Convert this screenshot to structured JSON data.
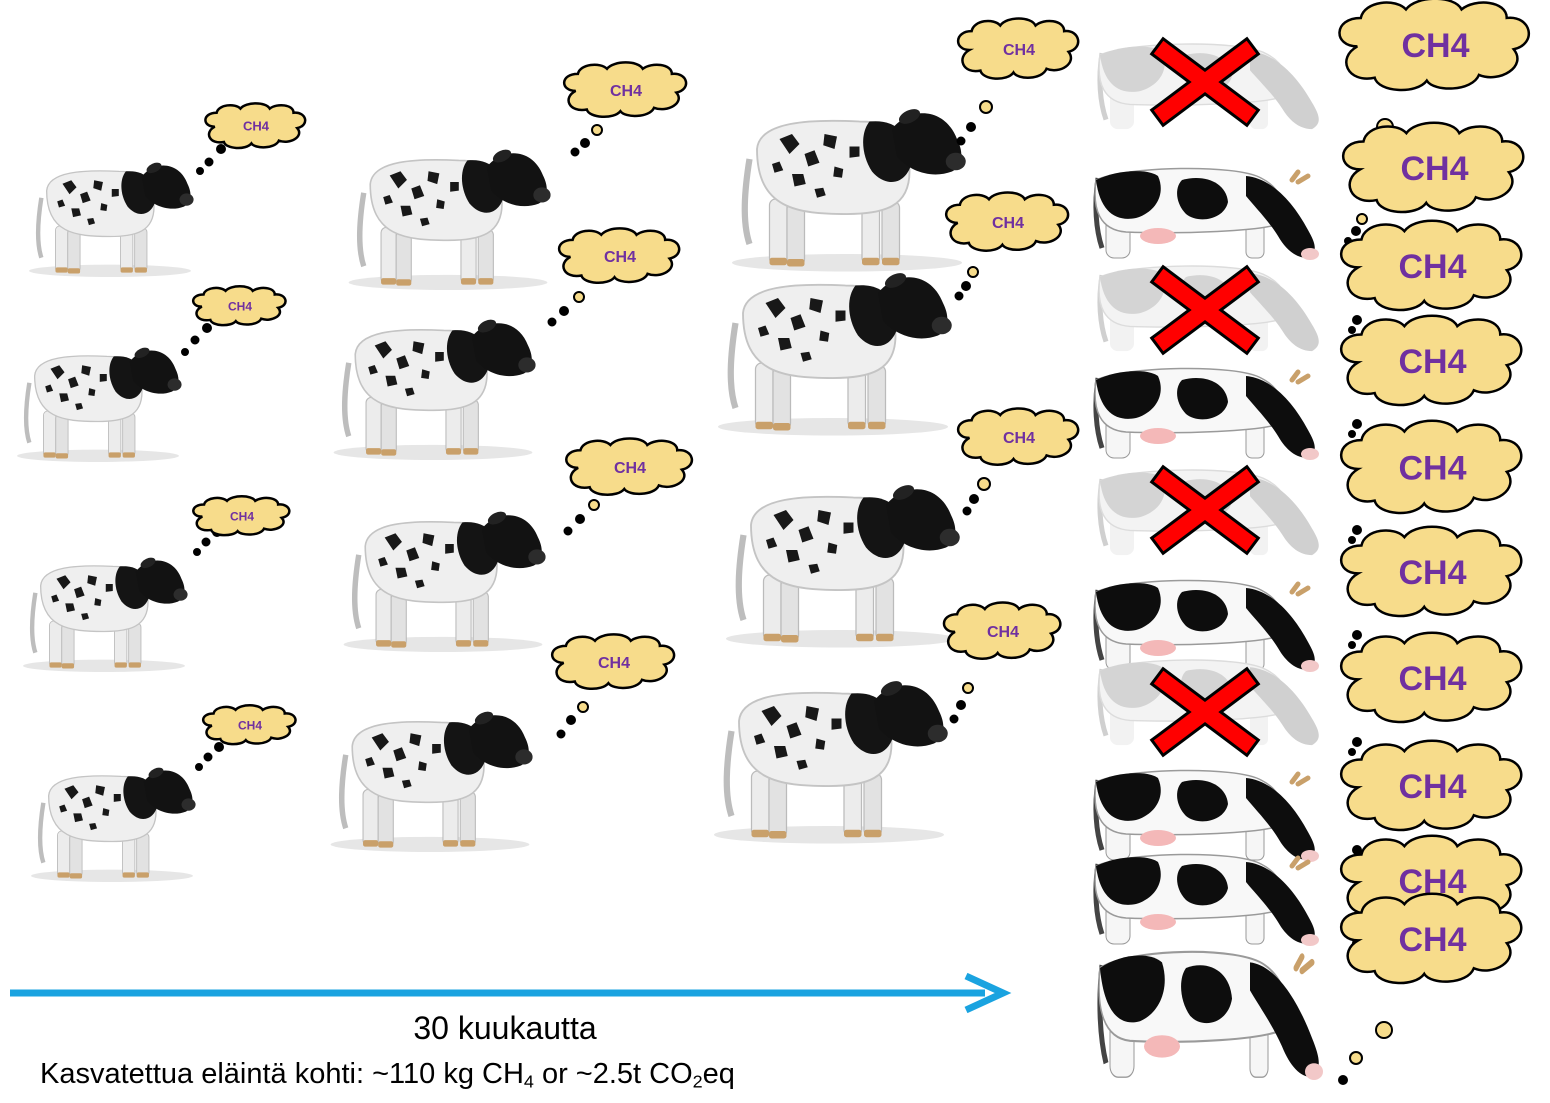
{
  "bubble_label": "CH4",
  "colors": {
    "bubble_fill": "#f7dc8b",
    "bubble_text": "#7030a0",
    "arrow": "#1aa3e0",
    "cross": "#ff0000",
    "hide": "#000000",
    "hide_light": "#ececec",
    "hide_shadow": "#d8d8d8",
    "hoof": "#c9a06a",
    "udder": "#f4b8b8"
  },
  "timeline": {
    "duration": "30 kuukautta"
  },
  "per_animal": {
    "prefix": "Kasvatettua eläintä kohti: ~110 kg CH",
    "sub1": "4",
    "middle": " or ~2.5t CO",
    "sub2": "2",
    "suffix": "eq"
  }
}
